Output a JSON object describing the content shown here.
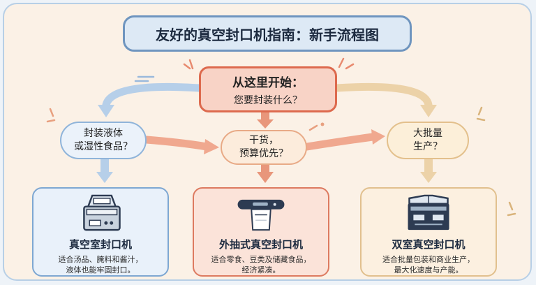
{
  "title": "友好的真空封口机指南：新手流程图",
  "start": {
    "heading": "从这里开始：",
    "question": "您要封装什么？"
  },
  "questions": [
    {
      "line1": "封装液体",
      "line2": "或湿性食品？"
    },
    {
      "line1": "干货，",
      "line2": "预算优先？"
    },
    {
      "line1": "大批量",
      "line2": "生产？"
    }
  ],
  "results": [
    {
      "title": "真空室封口机",
      "desc1": "适合汤品、腌料和酱汁，",
      "desc2": "液体也能牢固封口。",
      "icon": "chamber-sealer-icon"
    },
    {
      "title": "外抽式真空封口机",
      "desc1": "适合零食、豆类及储藏食品，",
      "desc2": "经济紧凑。",
      "icon": "external-sealer-icon"
    },
    {
      "title": "双室真空封口机",
      "desc1": "适合批量包装和商业生产，",
      "desc2": "最大化速度与产能。",
      "icon": "double-chamber-sealer-icon"
    }
  ],
  "colors": {
    "blue": "#8fb4da",
    "salmon": "#dd6a4e",
    "orange": "#e8aa86",
    "tan": "#e3c08c",
    "navy": "#1c2a3f"
  }
}
